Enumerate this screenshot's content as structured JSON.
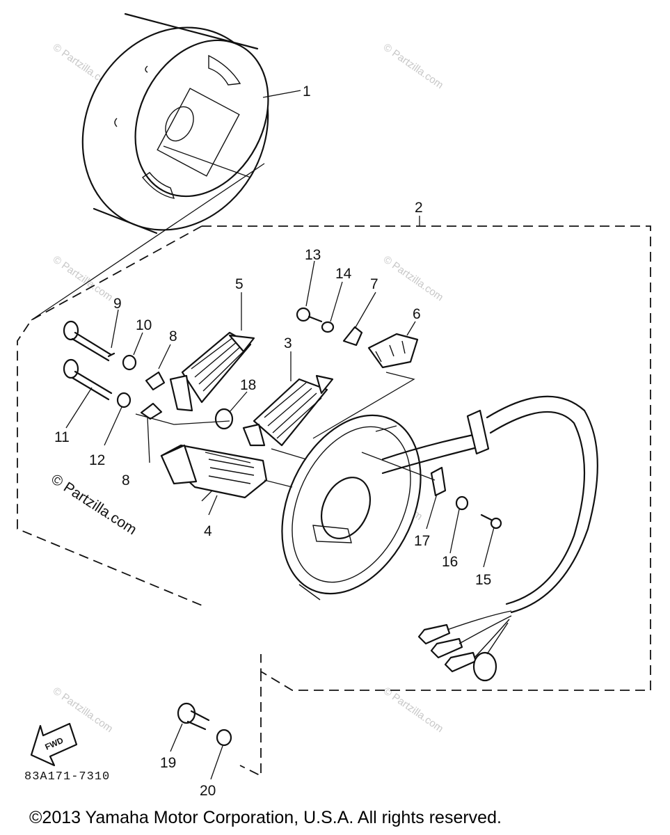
{
  "callouts": [
    "1",
    "2",
    "3",
    "4",
    "5",
    "6",
    "7",
    "8",
    "8",
    "9",
    "10",
    "11",
    "12",
    "13",
    "14",
    "15",
    "16",
    "17",
    "18",
    "19",
    "20"
  ],
  "diagram_code": "83A171-7310",
  "direction_label": "FWD",
  "watermark_small": "© Partzilla.com",
  "watermark_main": "© Partzilla.com",
  "copyright": "©2013 Yamaha Motor Corporation, U.S.A. All rights reserved."
}
